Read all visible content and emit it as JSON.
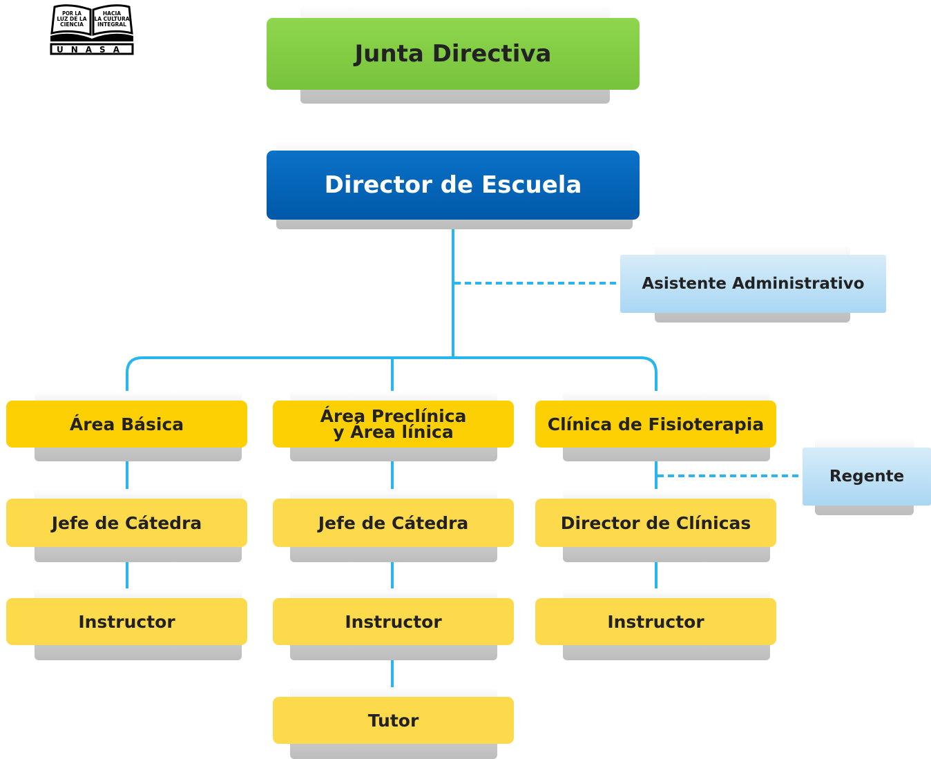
{
  "logo": {
    "left_text": "POR LA LUZ DE LA CIENCIA",
    "right_text": "HACIA LA CULTURA INTEGRAL",
    "name": "UNASA"
  },
  "nodes": {
    "junta": "Junta Directiva",
    "director": "Director de Escuela",
    "asistente": "Asistente Administrativo",
    "area_basica": "Área Básica",
    "area_preclinica": "Área Preclínica\ny Área línica",
    "clinica_fisioterapia": "Clínica de Fisioterapia",
    "regente": "Regente",
    "jefe_catedra_1": "Jefe de Cátedra",
    "jefe_catedra_2": "Jefe de Cátedra",
    "director_clinicas": "Director de Clínicas",
    "instructor_1": "Instructor",
    "instructor_2": "Instructor",
    "instructor_3": "Instructor",
    "tutor": "Tutor"
  },
  "colors": {
    "green": "#8ed64e",
    "blue": "#0a6cc0",
    "light_blue": "#bfe2f7",
    "gold": "#fdd004",
    "pale_gold": "#fdd94c",
    "connector": "#29b6ee"
  }
}
